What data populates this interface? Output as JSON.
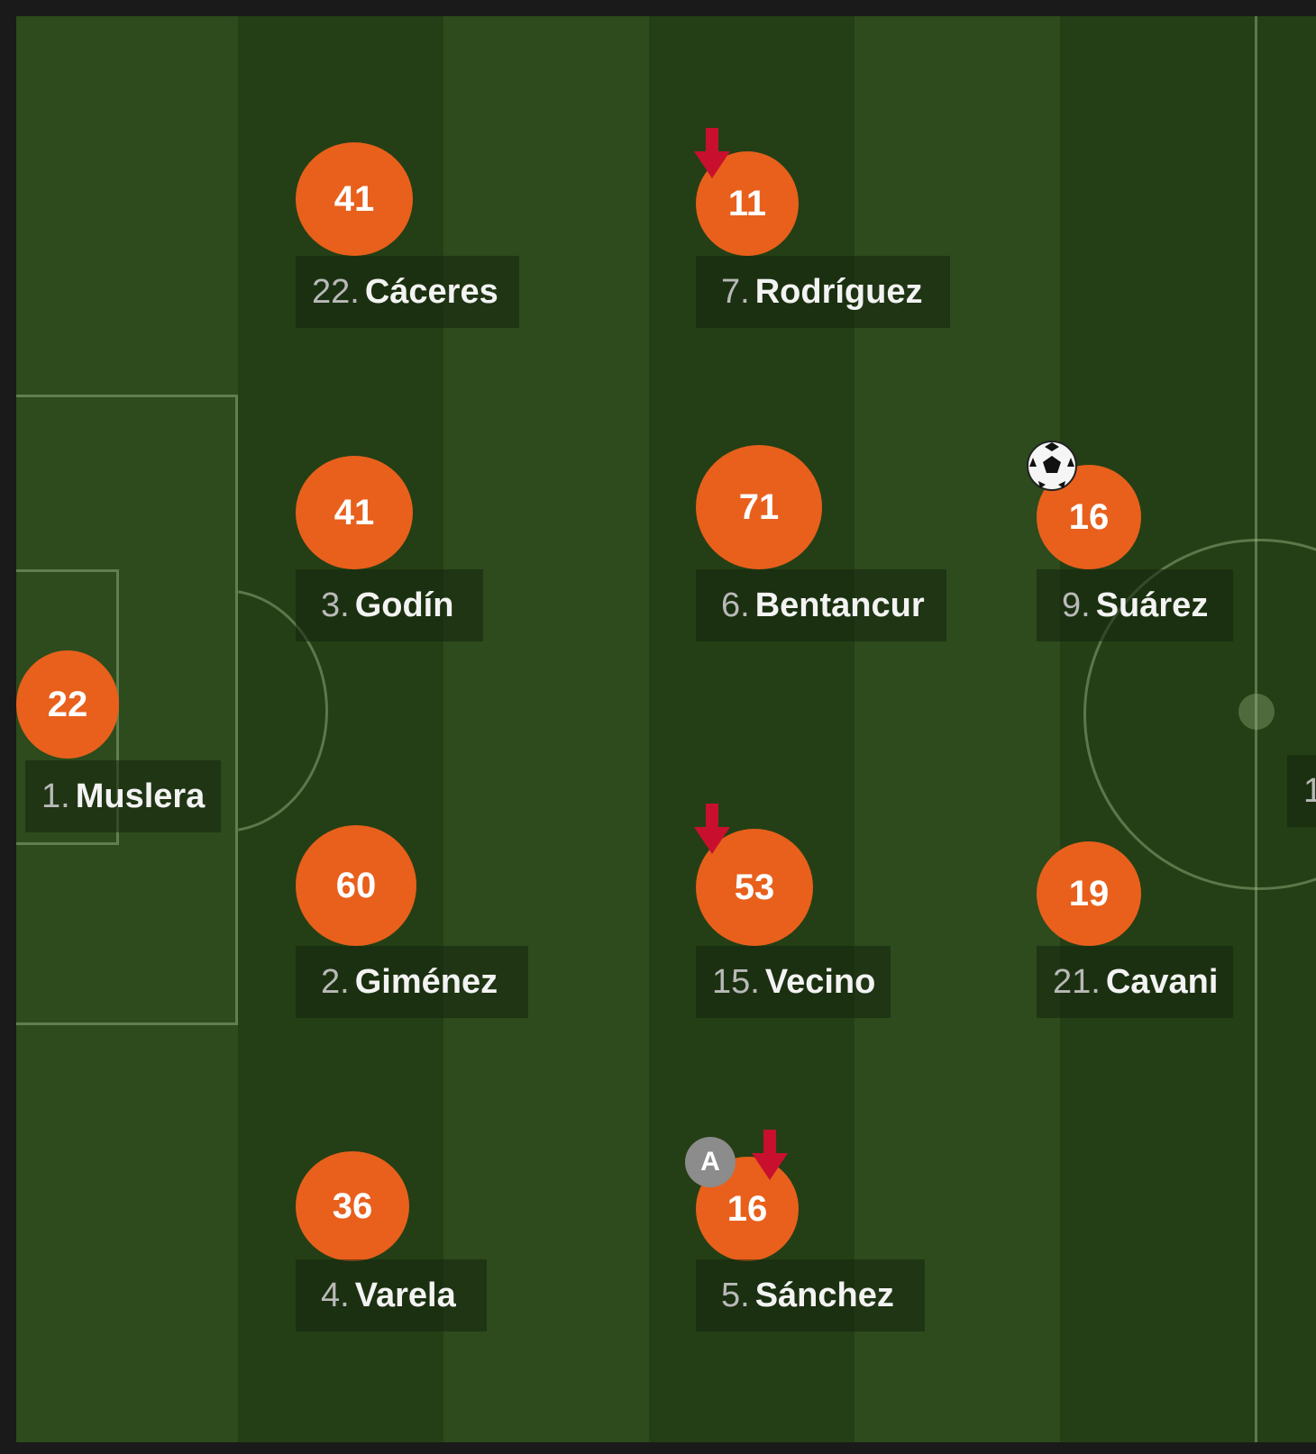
{
  "colors": {
    "rating_badge": "#e8601c",
    "pitch_dark": "#243f15",
    "pitch_light": "#2d4b1d",
    "sub_arrow": "#c8102e",
    "captain_badge": "#8c8c8c"
  },
  "players": [
    {
      "id": "muslera",
      "number": "1.",
      "name": "Muslera",
      "rating": "22"
    },
    {
      "id": "caceres",
      "number": "22.",
      "name": "Cáceres",
      "rating": "41"
    },
    {
      "id": "godin",
      "number": "3.",
      "name": "Godín",
      "rating": "41"
    },
    {
      "id": "gimenez",
      "number": "2.",
      "name": "Giménez",
      "rating": "60"
    },
    {
      "id": "varela",
      "number": "4.",
      "name": "Varela",
      "rating": "36"
    },
    {
      "id": "rodriguez",
      "number": "7.",
      "name": "Rodríguez",
      "rating": "11",
      "icon": "substitution-out-arrow-icon"
    },
    {
      "id": "bentancur",
      "number": "6.",
      "name": "Bentancur",
      "rating": "71"
    },
    {
      "id": "vecino",
      "number": "15.",
      "name": "Vecino",
      "rating": "53",
      "icon": "substitution-out-arrow-icon"
    },
    {
      "id": "sanchez",
      "number": "5.",
      "name": "Sánchez",
      "rating": "16",
      "icon": "substitution-out-arrow-icon",
      "captain_label": "A"
    },
    {
      "id": "suarez",
      "number": "9.",
      "name": "Suárez",
      "rating": "16",
      "icon": "goal-ball-icon"
    },
    {
      "id": "cavani",
      "number": "21.",
      "name": "Cavani",
      "rating": "19"
    }
  ],
  "edge_label": "1"
}
